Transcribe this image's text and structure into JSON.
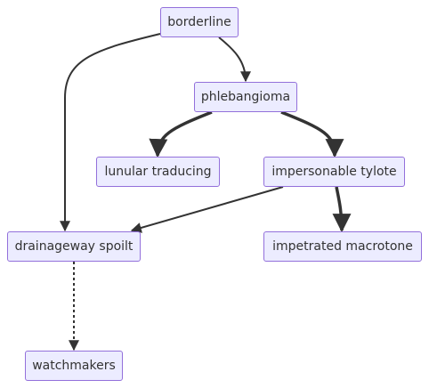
{
  "diagram": {
    "nodes": {
      "borderline": "borderline",
      "phlebangioma": "phlebangioma",
      "lunular_traducing": "lunular traducing",
      "impersonable_tylote": "impersonable tylote",
      "drainageway_spoilt": "drainageway spoilt",
      "impetrated_macrotone": "impetrated macrotone",
      "watchmakers": "watchmakers"
    },
    "edges": [
      {
        "from": "borderline",
        "to": "phlebangioma",
        "style": "normal"
      },
      {
        "from": "borderline",
        "to": "drainageway_spoilt",
        "style": "normal"
      },
      {
        "from": "phlebangioma",
        "to": "lunular_traducing",
        "style": "thick"
      },
      {
        "from": "phlebangioma",
        "to": "impersonable_tylote",
        "style": "thick"
      },
      {
        "from": "impersonable_tylote",
        "to": "drainageway_spoilt",
        "style": "normal"
      },
      {
        "from": "impersonable_tylote",
        "to": "impetrated_macrotone",
        "style": "thick"
      },
      {
        "from": "drainageway_spoilt",
        "to": "watchmakers",
        "style": "dotted"
      }
    ],
    "colors": {
      "node_fill": "#ececff",
      "node_border": "#9370db",
      "edge": "#333333",
      "text": "#333333"
    }
  }
}
